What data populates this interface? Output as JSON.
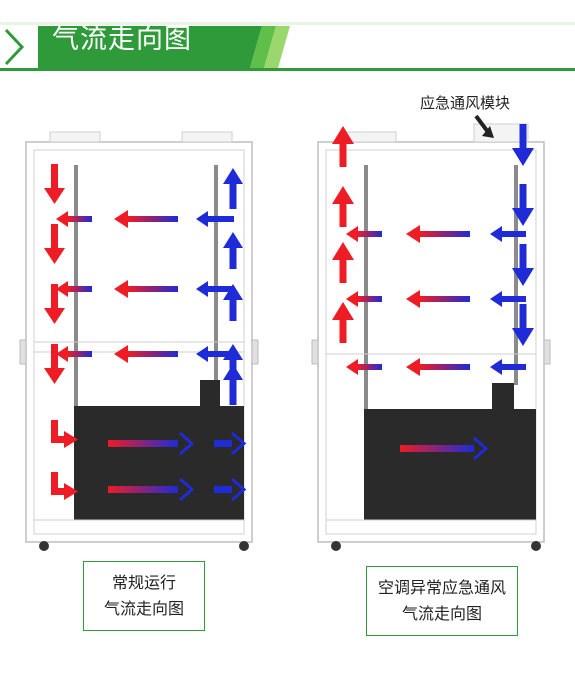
{
  "header": {
    "title": "气流走向图"
  },
  "annotation": {
    "emergency_module": "应急通风模块"
  },
  "captions": {
    "left": [
      "常规运行",
      "气流走向图"
    ],
    "right": [
      "空调异常应急通风",
      "气流走向图"
    ]
  },
  "colors": {
    "header_green": "#2e9a3a",
    "header_accent": "#7fd160",
    "hot_air": "#ee1c25",
    "cold_air": "#1e2bd6",
    "equipment": "#2a2a2a",
    "caption_border": "#2e9a3a"
  }
}
